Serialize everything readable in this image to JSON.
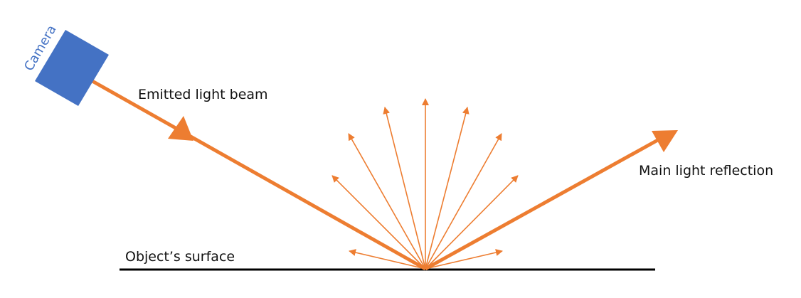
{
  "labels": {
    "camera": "Camera",
    "emitted": "Emitted light beam",
    "reflection": "Main light reflection",
    "surface": "Object’s surface"
  },
  "colors": {
    "beam": "#ED7D31",
    "camera": "#4472C4",
    "surface": "#000000"
  }
}
